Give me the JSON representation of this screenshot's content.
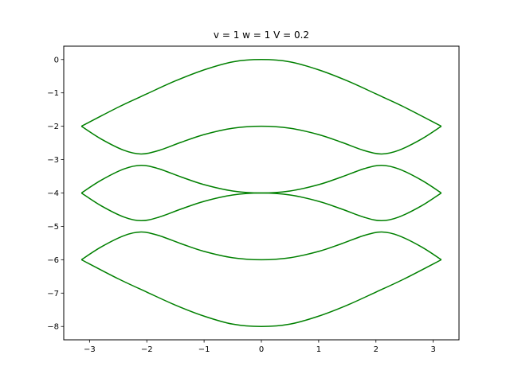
{
  "chart_data": {
    "type": "line",
    "title": "v = 1  w = 1  V = 0.2",
    "xlabel": "",
    "ylabel": "",
    "xlim": [
      -3.45,
      3.45
    ],
    "ylim": [
      -8.4,
      0.4
    ],
    "xticks": [
      -3,
      -2,
      -1,
      0,
      1,
      2,
      3
    ],
    "xtick_labels": [
      "−3",
      "−2",
      "−1",
      "0",
      "1",
      "2",
      "3"
    ],
    "yticks": [
      0,
      -1,
      -2,
      -3,
      -4,
      -5,
      -6,
      -7,
      -8
    ],
    "ytick_labels": [
      "0",
      "−1",
      "−2",
      "−3",
      "−4",
      "−5",
      "−6",
      "−7",
      "−8"
    ],
    "grid": false,
    "legend": "none",
    "line_color": "#008000",
    "series": [
      {
        "x": [
          -3.1416,
          -2.5,
          -2.0,
          -1.5,
          -1.0,
          -0.5,
          0.0,
          0.5,
          1.0,
          1.5,
          2.0,
          2.5,
          3.1416
        ],
        "y": [
          -2.0,
          -1.43,
          -1.03,
          -0.64,
          -0.31,
          -0.07,
          0.0,
          -0.07,
          -0.31,
          -0.64,
          -1.03,
          -1.43,
          -2.0
        ]
      },
      {
        "x": [
          -3.1416,
          -2.8,
          -2.4,
          -2.1,
          -1.8,
          -1.4,
          -1.0,
          -0.5,
          0.0,
          0.5,
          1.0,
          1.4,
          1.8,
          2.1,
          2.4,
          2.8,
          3.1416
        ],
        "y": [
          -2.0,
          -2.38,
          -2.72,
          -2.83,
          -2.73,
          -2.48,
          -2.25,
          -2.06,
          -2.0,
          -2.06,
          -2.25,
          -2.48,
          -2.73,
          -2.83,
          -2.72,
          -2.38,
          -2.0
        ]
      },
      {
        "x": [
          -3.1416,
          -2.8,
          -2.4,
          -2.1,
          -1.8,
          -1.4,
          -1.0,
          -0.5,
          0.0,
          0.5,
          1.0,
          1.4,
          1.8,
          2.1,
          2.4,
          2.8,
          3.1416
        ],
        "y": [
          -4.0,
          -3.62,
          -3.28,
          -3.17,
          -3.27,
          -3.52,
          -3.75,
          -3.94,
          -4.0,
          -3.94,
          -3.75,
          -3.52,
          -3.27,
          -3.17,
          -3.28,
          -3.62,
          -4.0
        ]
      },
      {
        "x": [
          -3.1416,
          -2.8,
          -2.4,
          -2.1,
          -1.8,
          -1.4,
          -1.0,
          -0.5,
          0.0,
          0.5,
          1.0,
          1.4,
          1.8,
          2.1,
          2.4,
          2.8,
          3.1416
        ],
        "y": [
          -4.0,
          -4.38,
          -4.72,
          -4.83,
          -4.73,
          -4.48,
          -4.25,
          -4.06,
          -4.0,
          -4.06,
          -4.25,
          -4.48,
          -4.73,
          -4.83,
          -4.72,
          -4.38,
          -4.0
        ]
      },
      {
        "x": [
          -3.1416,
          -2.8,
          -2.4,
          -2.1,
          -1.8,
          -1.4,
          -1.0,
          -0.5,
          0.0,
          0.5,
          1.0,
          1.4,
          1.8,
          2.1,
          2.4,
          2.8,
          3.1416
        ],
        "y": [
          -6.0,
          -5.62,
          -5.28,
          -5.17,
          -5.27,
          -5.52,
          -5.75,
          -5.94,
          -6.0,
          -5.94,
          -5.75,
          -5.52,
          -5.27,
          -5.17,
          -5.28,
          -5.62,
          -6.0
        ]
      },
      {
        "x": [
          -3.1416,
          -2.5,
          -2.0,
          -1.5,
          -1.0,
          -0.5,
          0.0,
          0.5,
          1.0,
          1.5,
          2.0,
          2.5,
          3.1416
        ],
        "y": [
          -6.0,
          -6.57,
          -6.97,
          -7.36,
          -7.69,
          -7.93,
          -8.0,
          -7.93,
          -7.69,
          -7.36,
          -6.97,
          -6.57,
          -6.0
        ]
      }
    ]
  }
}
